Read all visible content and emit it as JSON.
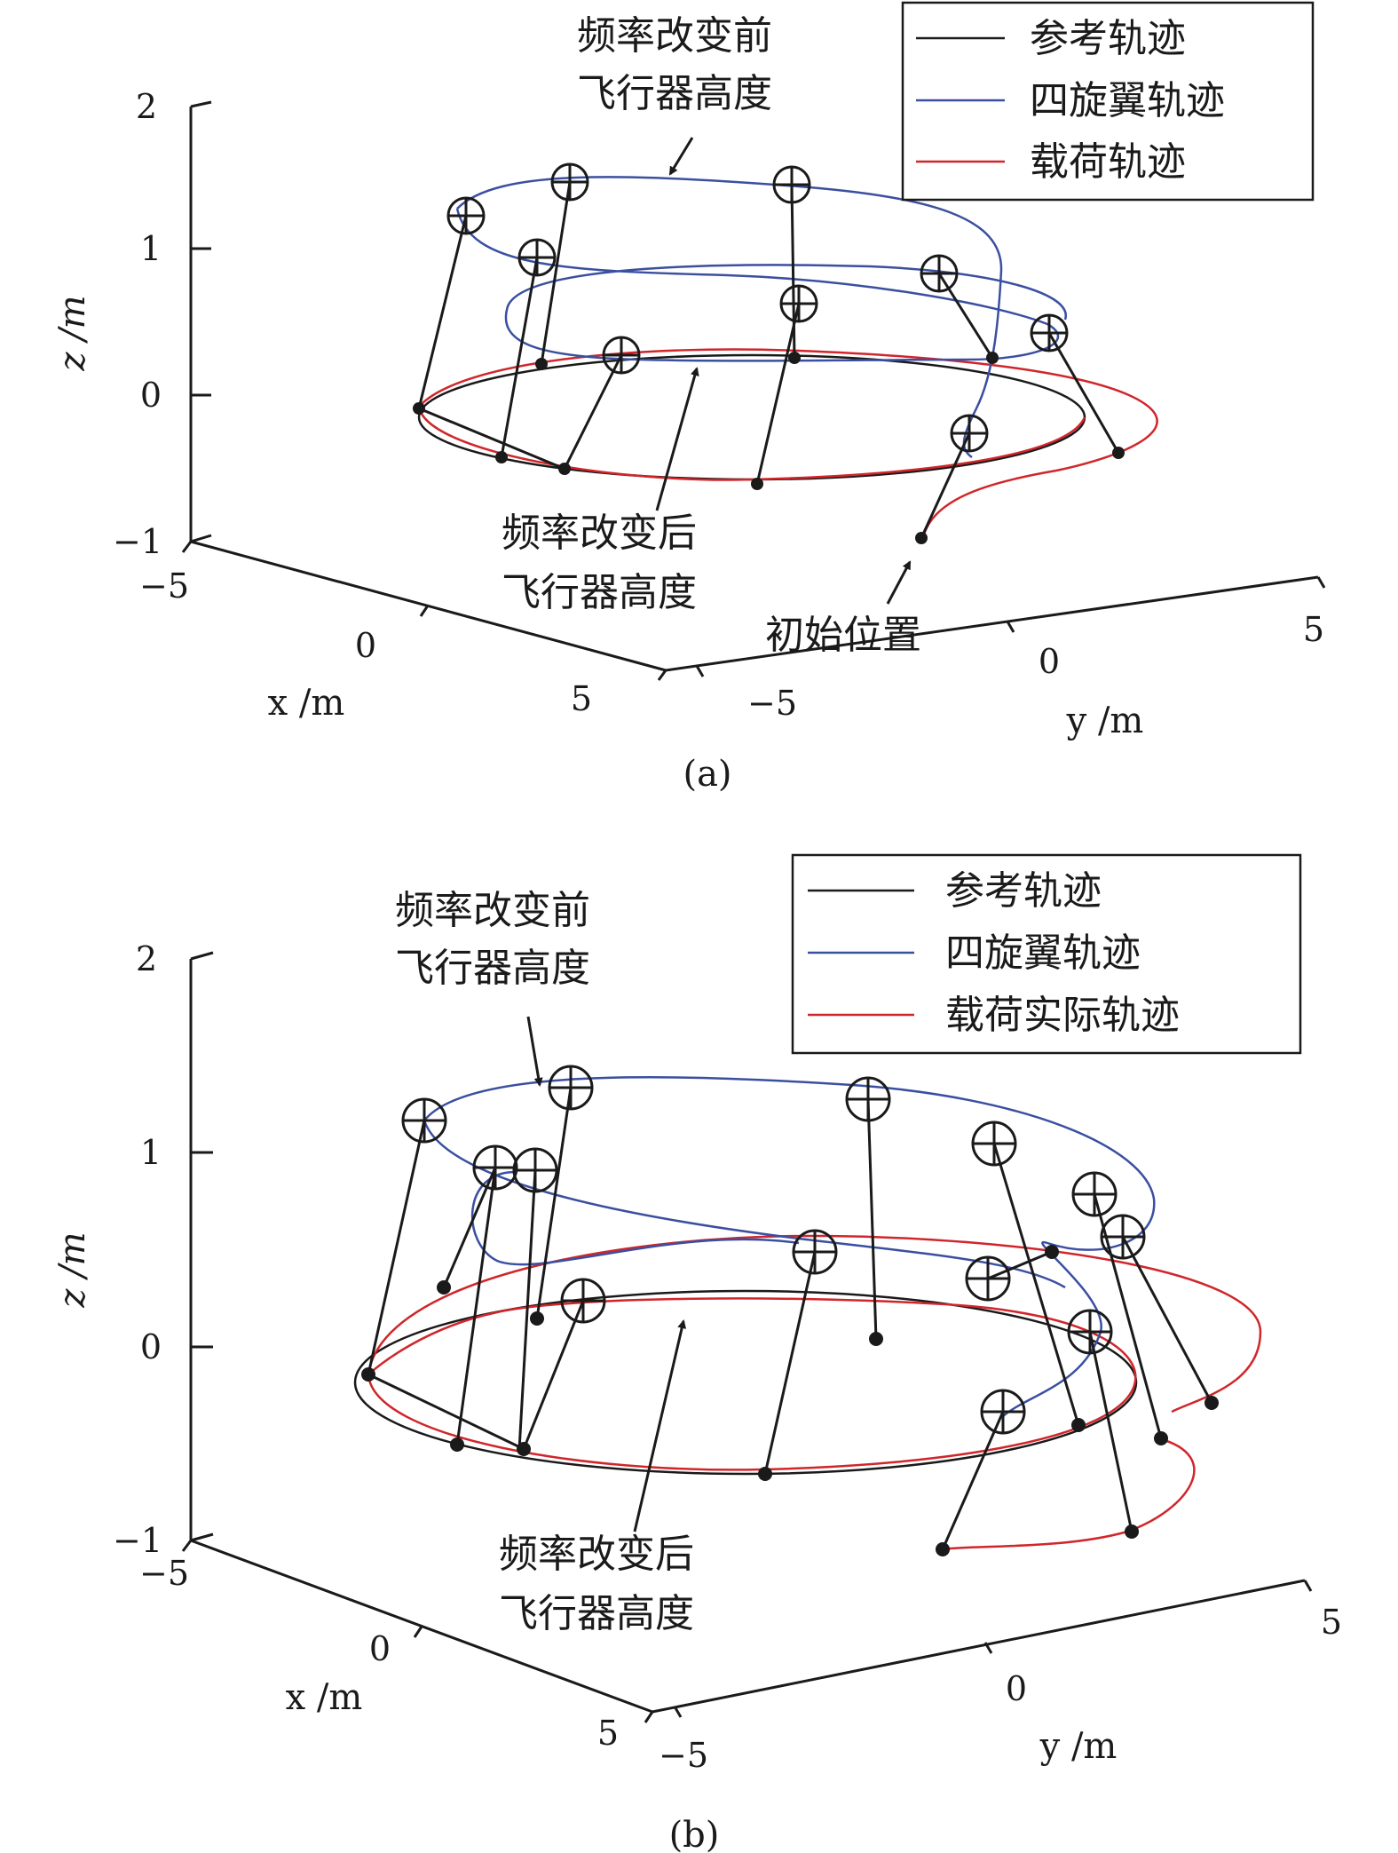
{
  "chart_data": [
    {
      "type": "line",
      "panel_label": "(a)",
      "xlabel": "x /m",
      "ylabel": "y /m",
      "zlabel": "z /m",
      "xlim": [
        -5,
        5
      ],
      "ylim": [
        -5,
        5
      ],
      "zlim": [
        -1,
        2
      ],
      "xticks": [
        "−5",
        "0",
        "5"
      ],
      "yticks": [
        "−5",
        "0",
        "5"
      ],
      "zticks": [
        "2",
        "1",
        "0",
        "−1"
      ],
      "legend": {
        "position": "top-right",
        "entries": [
          "参考轨迹",
          "四旋翼轨迹",
          "载荷轨迹"
        ]
      },
      "annotations": {
        "before": [
          "频率改变前",
          "飞行器高度"
        ],
        "after": [
          "频率改变后",
          "飞行器高度"
        ],
        "start": "初始位置"
      },
      "colors": {
        "reference": "#1a1a1a",
        "quadrotor": "#3a4fa0",
        "payload": "#d0262b"
      }
    },
    {
      "type": "line",
      "panel_label": "(b)",
      "xlabel": "x /m",
      "ylabel": "y /m",
      "zlabel": "z /m",
      "xlim": [
        -5,
        5
      ],
      "ylim": [
        -5,
        5
      ],
      "zlim": [
        -1,
        2
      ],
      "xticks": [
        "−5",
        "0",
        "5"
      ],
      "yticks": [
        "−5",
        "0",
        "5"
      ],
      "zticks": [
        "2",
        "1",
        "0",
        "−1"
      ],
      "legend": {
        "position": "top-right",
        "entries": [
          "参考轨迹",
          "四旋翼轨迹",
          "载荷实际轨迹"
        ]
      },
      "annotations": {
        "before": [
          "频率改变前",
          "飞行器高度"
        ],
        "after": [
          "频率改变后",
          "飞行器高度"
        ]
      },
      "colors": {
        "reference": "#1a1a1a",
        "quadrotor": "#3a4fa0",
        "payload": "#d0262b"
      }
    }
  ]
}
